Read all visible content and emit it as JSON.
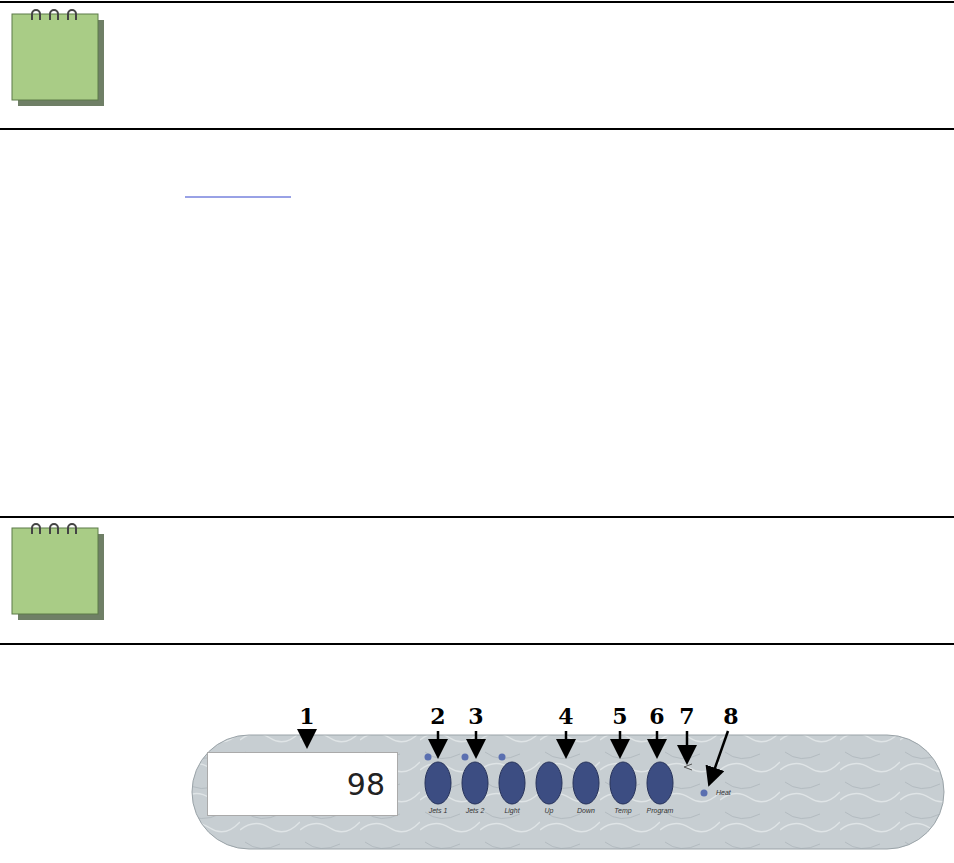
{
  "diagram": {
    "nodes": [
      {
        "text": [
          "98"
        ]
      }
    ],
    "labels": [
      "1",
      "2",
      "3",
      "4",
      "5",
      "6",
      "7",
      "8",
      "Jets 1",
      "Jets 2",
      "Light",
      "Up",
      "Down",
      "Temp",
      "Program",
      "Heat"
    ]
  }
}
